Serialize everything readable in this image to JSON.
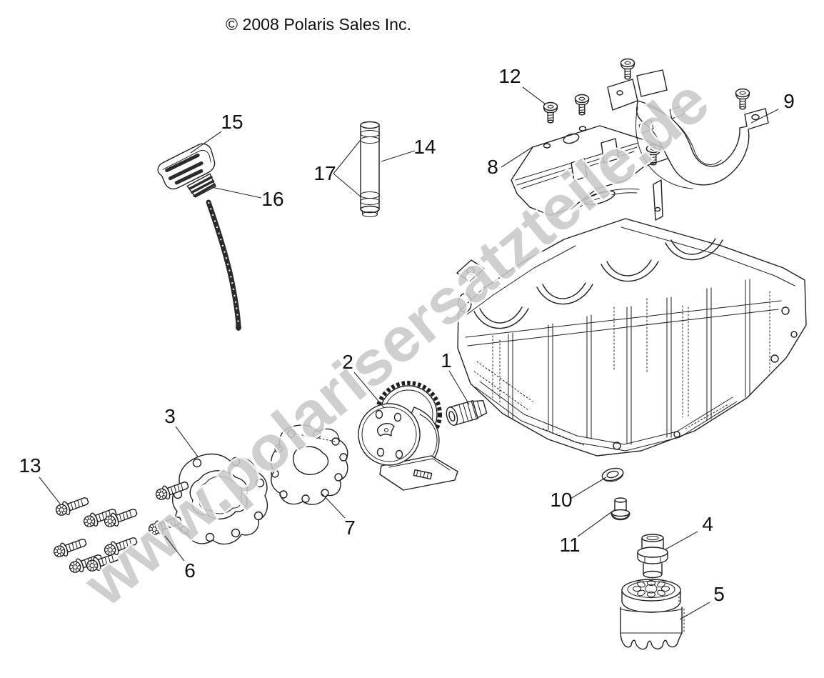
{
  "copyright": "© 2008 Polaris Sales Inc.",
  "watermark": "www.polarisersatzteile.de",
  "colors": {
    "line": "#1f1f1f",
    "watermark": "#c8c8c8",
    "label": "#111111",
    "background": "#ffffff"
  },
  "callouts": [
    {
      "label": "1"
    },
    {
      "label": "2"
    },
    {
      "label": "3"
    },
    {
      "label": "4"
    },
    {
      "label": "5"
    },
    {
      "label": "6"
    },
    {
      "label": "7"
    },
    {
      "label": "8"
    },
    {
      "label": "9"
    },
    {
      "label": "10"
    },
    {
      "label": "11"
    },
    {
      "label": "12"
    },
    {
      "label": "13"
    },
    {
      "label": "14"
    },
    {
      "label": "15"
    },
    {
      "label": "16"
    },
    {
      "label": "17"
    }
  ]
}
